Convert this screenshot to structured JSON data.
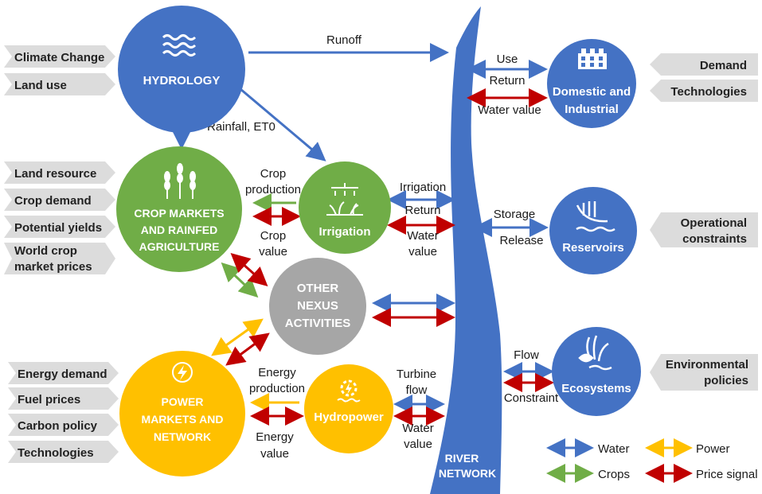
{
  "left_inputs": {
    "hydrology": [
      "Climate Change",
      "Land use"
    ],
    "crops": [
      "Land resource",
      "Crop demand",
      "Potential yields",
      "World crop",
      "market prices"
    ],
    "power": [
      "Energy demand",
      "Fuel prices",
      "Carbon policy",
      "Technologies"
    ]
  },
  "right_inputs": {
    "domestic": [
      "Demand",
      "Technologies"
    ],
    "reservoirs": [
      "Operational",
      "constraints"
    ],
    "ecosystems": [
      "Environmental",
      "policies"
    ]
  },
  "nodes": {
    "hydrology": "HYDROLOGY",
    "crop": [
      "CROP MARKETS",
      "AND RAINFED",
      "AGRICULTURE"
    ],
    "irrigation": "Irrigation",
    "other": [
      "OTHER",
      "NEXUS",
      "ACTIVITIES"
    ],
    "power": [
      "POWER",
      "MARKETS AND",
      "NETWORK"
    ],
    "hydropower": "Hydropower",
    "domestic": [
      "Domestic and",
      "Industrial"
    ],
    "reservoirs": "Reservoirs",
    "ecosystems": "Ecosystems",
    "river": [
      "RIVER",
      "NETWORK"
    ]
  },
  "edge_labels": {
    "runoff": "Runoff",
    "rainfall": "Rainfall,  ET0",
    "crop_production": [
      "Crop",
      "production"
    ],
    "crop_value": [
      "Crop",
      "value"
    ],
    "irrigation_flow": "Irrigation",
    "return": "Return",
    "water_value_irr": [
      "Water",
      "value"
    ],
    "use": "Use",
    "return_dom": "Return",
    "water_value_dom": "Water value",
    "storage": "Storage",
    "release": "Release",
    "flow": "Flow",
    "constraint": "Constraint",
    "energy_production": [
      "Energy",
      "production"
    ],
    "energy_value": [
      "Energy",
      "value"
    ],
    "turbine_flow": [
      "Turbine",
      "flow"
    ],
    "water_value_hydro": [
      "Water",
      "value"
    ]
  },
  "legend": {
    "water": "Water",
    "power": "Power",
    "crops": "Crops",
    "price": "Price signal"
  },
  "colors": {
    "water": "#4472c4",
    "crops": "#70ad47",
    "power": "#ffc000",
    "price": "#c00000",
    "other": "#a6a6a6",
    "input_tag": "#dcdcdc"
  }
}
